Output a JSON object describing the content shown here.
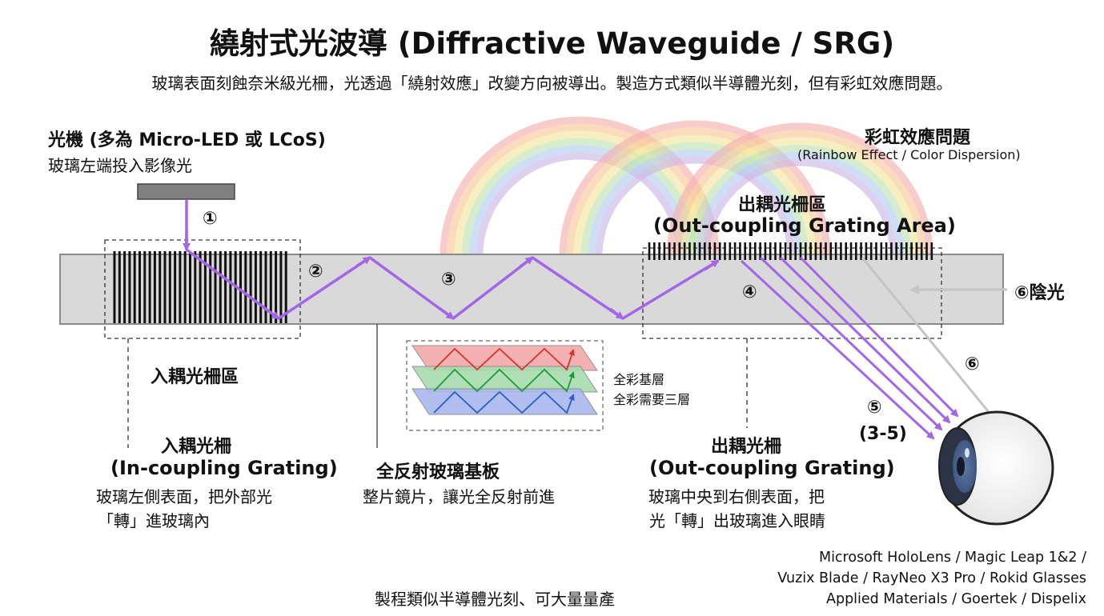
{
  "header": {
    "title": "繞射式光波導 (Diffractive Waveguide / SRG)",
    "subtitle": "玻璃表面刻蝕奈米級光柵，光透過「繞射效應」改變方向被導出。製造方式類似半導體光刻，但有彩虹效應問題。"
  },
  "projector": {
    "line1": "光機 (多為 Micro-LED 或 LCoS)",
    "line2": "玻璃左端投入影像光"
  },
  "rainbow": {
    "title": "彩虹效應問題",
    "subtitle": "(Rainbow Effect / Color Dispersion)",
    "colors": [
      "#f6b0b0",
      "#f8c99a",
      "#f5e7a0",
      "#bfe4b0",
      "#b3cdee",
      "#cdb8e6"
    ]
  },
  "out_area": {
    "title": "出耦光柵區",
    "subtitle": "(Out-coupling Grating Area)"
  },
  "markers": {
    "m1": "①",
    "m2": "②",
    "m3": "③",
    "m4": "④",
    "m5": "⑤",
    "m5_range": "(3-5)",
    "m6": "⑥",
    "m6_label": "⑥陰光"
  },
  "in_area_label": "入耦光柵區",
  "in_grating": {
    "title": "入耦光柵",
    "subtitle": "(In-coupling Grating)",
    "desc1": "玻璃左側表面，把外部光",
    "desc2": "「轉」進玻璃內"
  },
  "substrate": {
    "title": "全反射玻璃基板",
    "desc": "整片鏡片，讓光全反射前進"
  },
  "layers": {
    "line1": "全彩基層",
    "line2": "全彩需要三層"
  },
  "out_grating": {
    "title": "出耦光柵",
    "subtitle": "(Out-coupling Grating)",
    "desc1": "玻璃中央到右側表面，把",
    "desc2": "光「轉」出玻璃進入眼睛"
  },
  "footer": {
    "process": "製程類似半導體光刻、可大量量產"
  },
  "credits": {
    "line1": "Microsoft HoloLens / Magic Leap 1&2 /",
    "line2": "Vuzix Blade / RayNeo X3 Pro / Rokid Glasses",
    "line3": "Applied Materials / Goertek / Dispelix"
  },
  "colors": {
    "ray": "#a366e8",
    "glass": "#d9d9d9",
    "glass_border": "#8a8a8a",
    "grating": "#111111",
    "ghost_ray": "#bdbdbd",
    "layer_red": "#f2a9a9",
    "layer_green": "#a9dcae",
    "layer_blue": "#a9b8ee"
  }
}
